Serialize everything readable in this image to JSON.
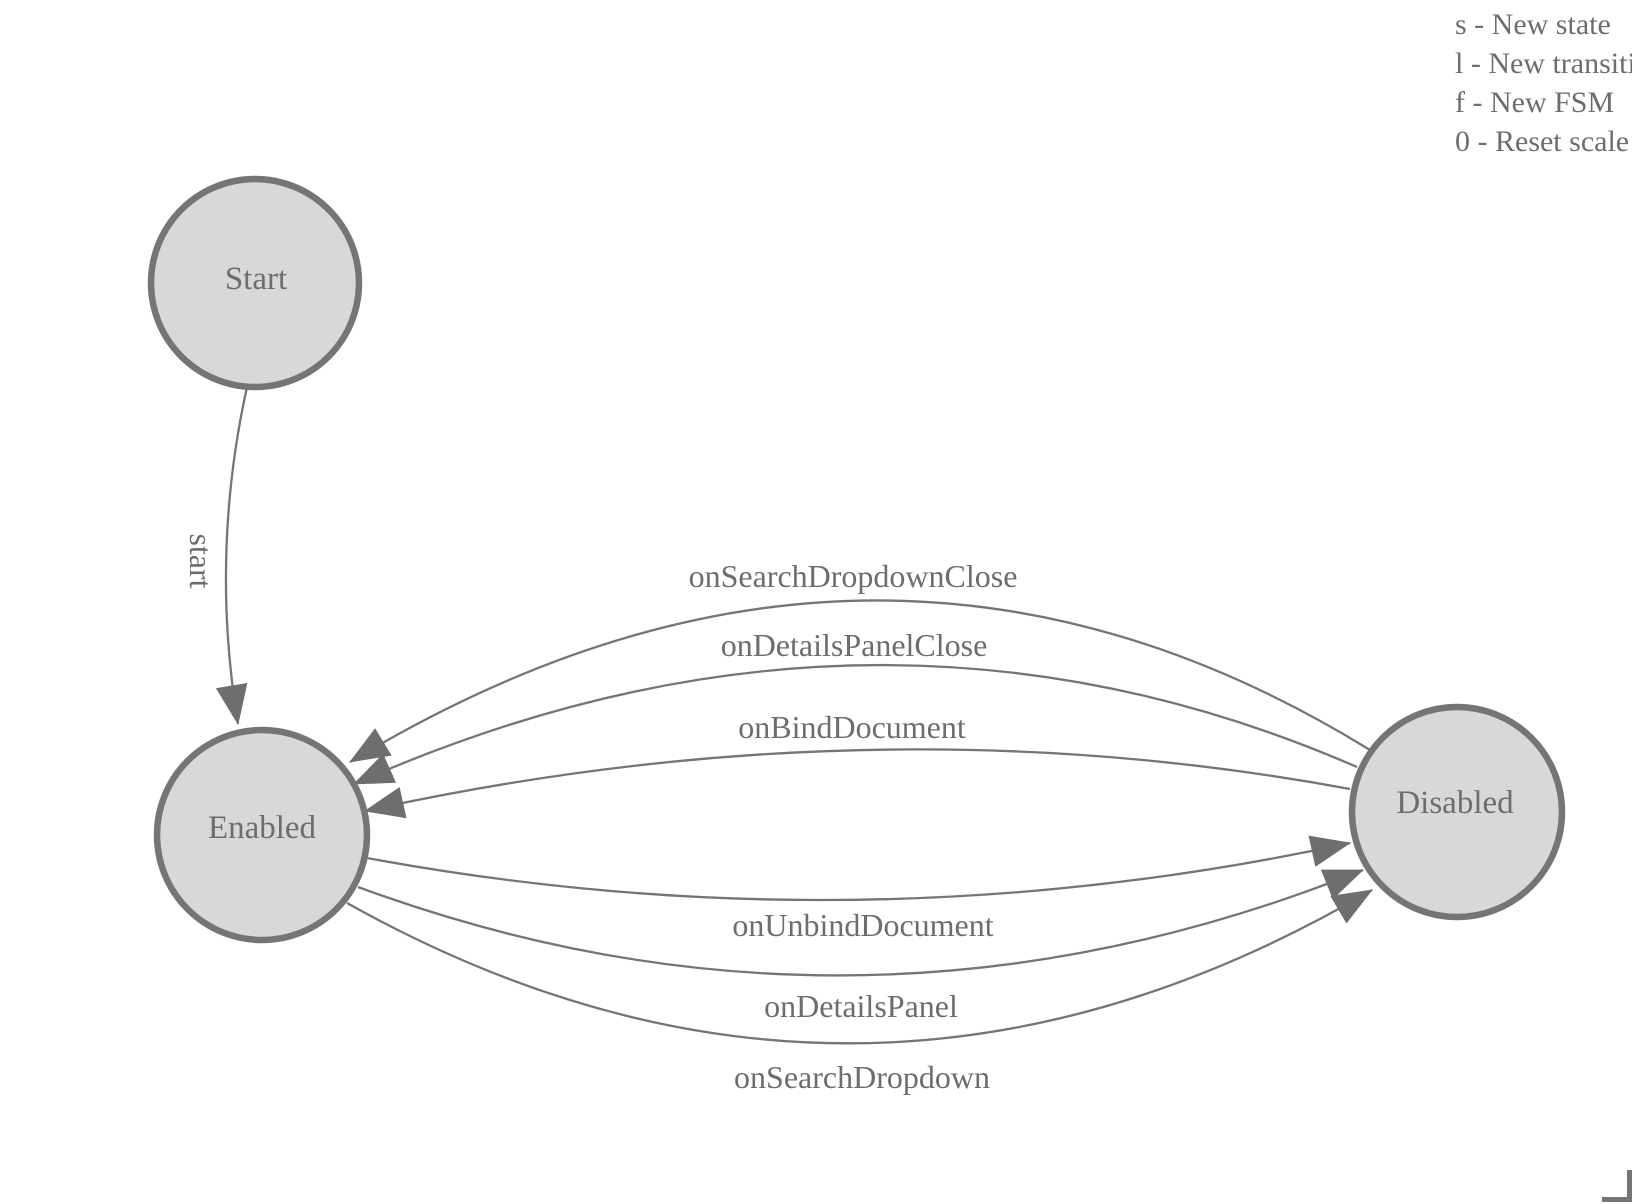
{
  "app": {
    "description": "Finite state machine designer canvas"
  },
  "colors": {
    "background": "#ffffff",
    "node_fill": "#d8d8d8",
    "node_border": "#757575",
    "edge": "#757575",
    "arrow": "#6e6e6e",
    "text": "#6d6d6d"
  },
  "help_panel": {
    "lines": [
      "s - New state",
      "l - New transition",
      "f - New FSM",
      "0 - Reset scale"
    ]
  },
  "states": [
    {
      "id": "start",
      "label": "Start"
    },
    {
      "id": "enabled",
      "label": "Enabled"
    },
    {
      "id": "disabled",
      "label": "Disabled"
    }
  ],
  "transitions": [
    {
      "label": "start",
      "from": "Start",
      "to": "Enabled"
    },
    {
      "label": "onSearchDropdownClose",
      "from": "Disabled",
      "to": "Enabled"
    },
    {
      "label": "onDetailsPanelClose",
      "from": "Disabled",
      "to": "Enabled"
    },
    {
      "label": "onBindDocument",
      "from": "Disabled",
      "to": "Enabled"
    },
    {
      "label": "onUnbindDocument",
      "from": "Enabled",
      "to": "Disabled"
    },
    {
      "label": "onDetailsPanel",
      "from": "Enabled",
      "to": "Disabled"
    },
    {
      "label": "onSearchDropdown",
      "from": "Enabled",
      "to": "Disabled"
    }
  ]
}
